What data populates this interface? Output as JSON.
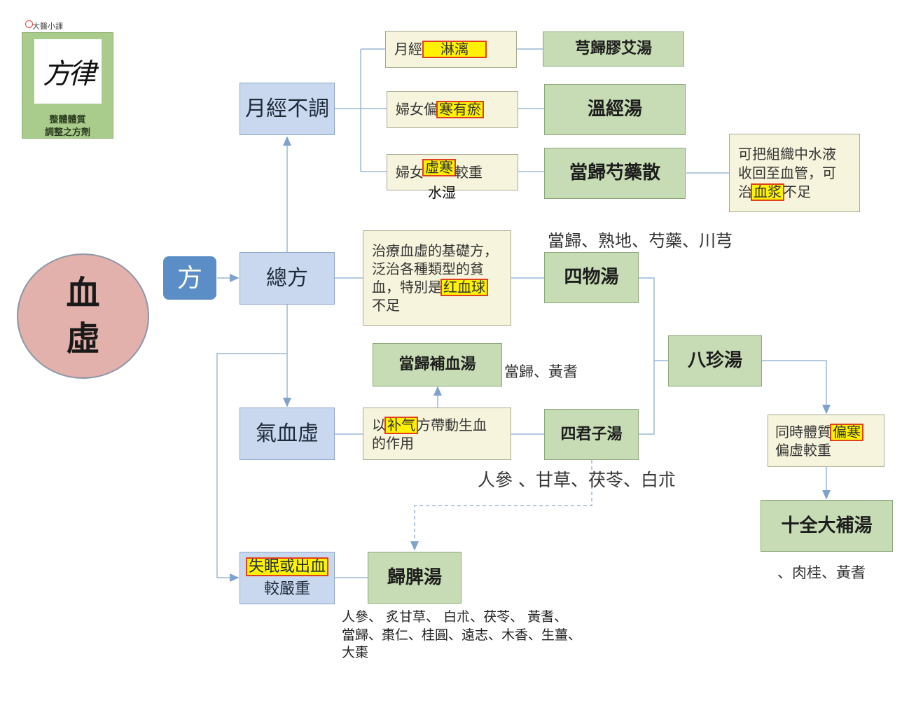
{
  "logo": {
    "top_text": "大醫小課",
    "calligraphy": "方律",
    "caption_line1": "整體體質",
    "caption_line2": "調整之方劑"
  },
  "root": {
    "line1": "血",
    "line2": "虛"
  },
  "fang_tag": "方",
  "categories": {
    "menstrual": "月經不調",
    "general": "總方",
    "qi_blood": "氣血虛",
    "severe_pre": "",
    "severe_hl": "失眠或出血",
    "severe_post": "較嚴重"
  },
  "conditions": {
    "c1": {
      "pre": "月經",
      "hl": "淋漓"
    },
    "c2": {
      "pre": "婦女偏",
      "hl": "寒有瘀"
    },
    "c3": {
      "pre": "婦女",
      "hl": "虛寒",
      "post": "較重",
      "below": "水湿"
    }
  },
  "formulas": {
    "xiongguijiaoai": "芎歸膠艾湯",
    "wenjing": "溫經湯",
    "dangguishaoyao": "當歸芍藥散",
    "siwu": "四物湯",
    "danggui_buxue": "當歸補血湯",
    "sijunzi": "四君子湯",
    "bazhen": "八珍湯",
    "shiquan": "十全大補湯",
    "guipi": "歸脾湯"
  },
  "notes": {
    "plasma_line1": "可把組織中水液",
    "plasma_line2": "收回至血管，可",
    "plasma_pre": "治",
    "plasma_hl": "血浆",
    "plasma_post": "不足",
    "siwu_line1": "治療血虛的基礎方，",
    "siwu_line2": "泛治各種類型的貧",
    "siwu_pre": "血，特別是",
    "siwu_hl": "红血球",
    "siwu_post": "不足",
    "buqi_pre": "以",
    "buqi_hl": "补气",
    "buqi_post": "方帶動生血",
    "buqi_line2": "的作用",
    "bazhen_pre": "同時體質",
    "bazhen_hl": "偏寒",
    "bazhen_line2": "偏虛較重"
  },
  "ingredients": {
    "siwu": "當歸、熟地、芍藥、川芎",
    "danggui_buxue": "當歸、黃耆",
    "sijunzi": "人參 、甘草、茯苓、白朮",
    "shiquan": "、肉桂、黃耆",
    "guipi_line1": "人參、 炙甘草、 白朮、茯苓、 黃耆、",
    "guipi_line2": "當歸、棗仁、桂圓、遠志、木香、生薑、",
    "guipi_line3": "大棗"
  },
  "colors": {
    "blue_box": "#c9d8ee",
    "green_box": "#c7dcb4",
    "cream_box": "#f6f4dc",
    "root_circle": "#e2b1ab",
    "highlight": "#fff200",
    "highlight_border": "#e2401d",
    "connector": "#7fa3cc"
  }
}
